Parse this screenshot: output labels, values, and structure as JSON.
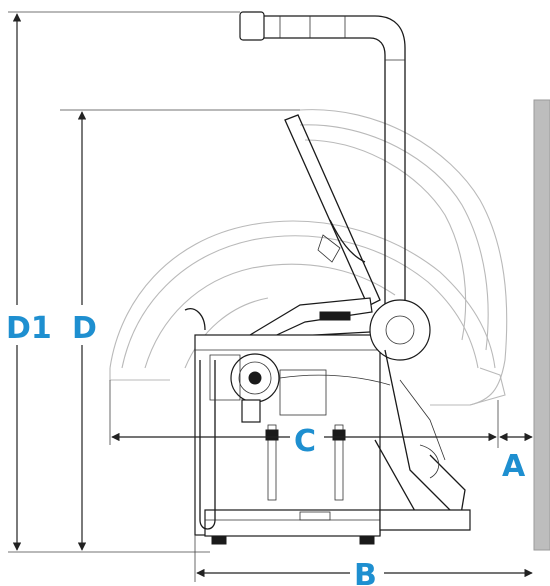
{
  "dimensions": {
    "D1": "D1",
    "D": "D",
    "C": "C",
    "A": "A",
    "B": "B"
  },
  "colors": {
    "label": "#1e8fd0",
    "line": "#222222",
    "ghost": "#b9b9b9",
    "wall": "#bdbdbd"
  }
}
